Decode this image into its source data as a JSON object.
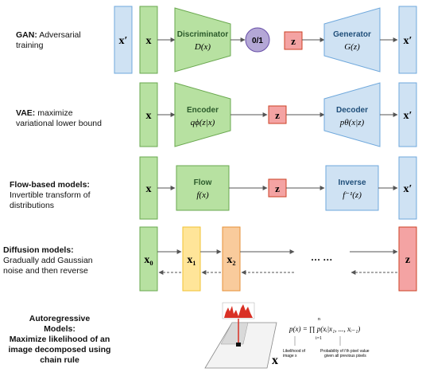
{
  "rows": {
    "gan": {
      "title": "GAN:",
      "desc_line1": "Adversarial",
      "desc_line2": "training",
      "x_prime_left": "x′",
      "x": "x",
      "block1_name": "Discriminator",
      "block1_fn": "D(x)",
      "output": "0/1",
      "z": "z",
      "block2_name": "Generator",
      "block2_fn": "G(z)",
      "x_prime_right": "x′"
    },
    "vae": {
      "title": "VAE:",
      "desc_line1": "maximize",
      "desc_line2": "variational lower bound",
      "x": "x",
      "block1_name": "Encoder",
      "block1_fn": "qϕ(z|x)",
      "z": "z",
      "block2_name": "Decoder",
      "block2_fn": "pθ(x|z)",
      "x_prime": "x′"
    },
    "flow": {
      "title": "Flow-based models:",
      "desc_line1": "Invertible transform of",
      "desc_line2": "distributions",
      "x": "x",
      "block1_name": "Flow",
      "block1_fn": "f(x)",
      "z": "z",
      "block2_name": "Inverse",
      "block2_fn": "f⁻¹(z)",
      "x_prime": "x′"
    },
    "diffusion": {
      "title": "Diffusion models:",
      "desc_line1": "Gradually add Gaussian",
      "desc_line2": "noise and then reverse",
      "x0": "x₀",
      "x1": "x₁",
      "x2": "x₂",
      "dots": "··· ···",
      "z": "z"
    },
    "autoregressive": {
      "title_line1": "Autoregressive",
      "title_line2": "Models:",
      "desc_line1": "Maximize likelihood of an",
      "desc_line2": "image decomposed using",
      "desc_line3": "chain rule",
      "formula": "p(x) = ∏ p(xᵢ|x₁, ..., xᵢ₋₁)",
      "formula_sub": "i=1",
      "formula_sup": "n",
      "note_left_line1": "Likelihood of",
      "note_left_line2": "image x",
      "note_right_line1": "Probability of i'th pixel value",
      "note_right_line2": "given all previous pixels",
      "x": "x"
    }
  },
  "colors": {
    "green_fill": "#b7e1a1",
    "green_stroke": "#6aa84f",
    "blue_fill": "#cfe2f3",
    "blue_stroke": "#6fa8dc",
    "red_fill": "#f4a3a3",
    "red_stroke": "#cc4125",
    "purple_fill": "#b4a7d6",
    "purple_stroke": "#674ea7",
    "yellow_fill": "#ffe599",
    "yellow_stroke": "#f1c232",
    "orange_fill": "#f9cb9c",
    "orange_stroke": "#e69138"
  }
}
